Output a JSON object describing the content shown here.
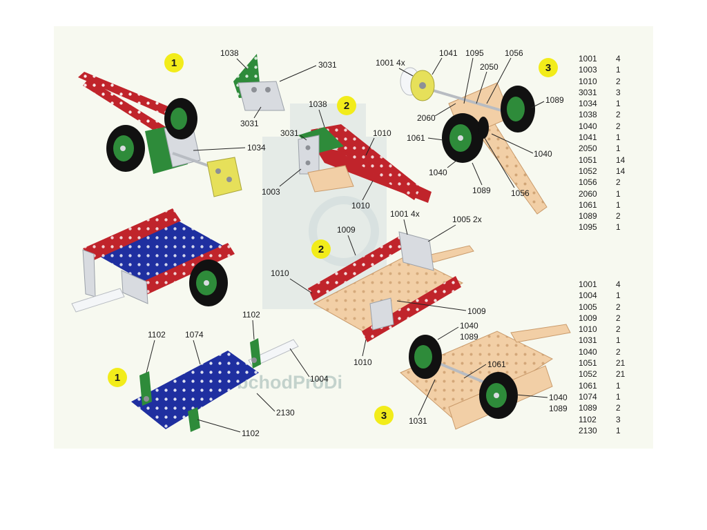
{
  "steps": {
    "a1": "1",
    "a2": "2",
    "a3": "3",
    "b1": "1",
    "b2": "2",
    "b3": "3"
  },
  "labels": {
    "a1_1038": "1038",
    "a1_3031_top": "3031",
    "a1_3031_bottom": "3031",
    "a1_1034": "1034",
    "a2_1038": "1038",
    "a2_3031": "3031",
    "a2_1010_top": "1010",
    "a2_1003": "1003",
    "a2_1010_bottom": "1010",
    "a3_1001": "1001 4x",
    "a3_1041": "1041",
    "a3_1095": "1095",
    "a3_1056_top": "1056",
    "a3_2050": "2050",
    "a3_1089_right": "1089",
    "a3_2060": "2060",
    "a3_1061": "1061",
    "a3_1040_right": "1040",
    "a3_1040_left": "1040",
    "a3_1089_bottom": "1089",
    "a3_1056_bottom": "1056",
    "b1_1102_left": "1102",
    "b1_1074": "1074",
    "b1_1102_top": "1102",
    "b1_1004": "1004",
    "b1_2130": "2130",
    "b1_1102_bottom": "1102",
    "b2_1009_top": "1009",
    "b2_1001": "1001 4x",
    "b2_1005": "1005 2x",
    "b2_1010_left": "1010",
    "b2_1009_right": "1009",
    "b2_1010_bottom": "1010",
    "b3_1040": "1040",
    "b3_1089_top": "1089",
    "b3_1061": "1061",
    "b3_1040_right": "1040",
    "b3_1089_right": "1089",
    "b3_1031": "1031"
  },
  "watermark": "ObchodProDi",
  "parts_list_a": [
    {
      "code": "1001",
      "qty": "4"
    },
    {
      "code": "1003",
      "qty": "1"
    },
    {
      "code": "1010",
      "qty": "2"
    },
    {
      "code": "3031",
      "qty": "3"
    },
    {
      "code": "1034",
      "qty": "1"
    },
    {
      "code": "1038",
      "qty": "2"
    },
    {
      "code": "1040",
      "qty": "2"
    },
    {
      "code": "1041",
      "qty": "1"
    },
    {
      "code": "2050",
      "qty": "1"
    },
    {
      "code": "1051",
      "qty": "14"
    },
    {
      "code": "1052",
      "qty": "14"
    },
    {
      "code": "1056",
      "qty": "2"
    },
    {
      "code": "2060",
      "qty": "1"
    },
    {
      "code": "1061",
      "qty": "1"
    },
    {
      "code": "1089",
      "qty": "2"
    },
    {
      "code": "1095",
      "qty": "1"
    }
  ],
  "parts_list_b": [
    {
      "code": "1001",
      "qty": "4"
    },
    {
      "code": "1004",
      "qty": "1"
    },
    {
      "code": "1005",
      "qty": "2"
    },
    {
      "code": "1009",
      "qty": "2"
    },
    {
      "code": "1010",
      "qty": "2"
    },
    {
      "code": "1031",
      "qty": "1"
    },
    {
      "code": "1040",
      "qty": "2"
    },
    {
      "code": "1051",
      "qty": "21"
    },
    {
      "code": "1052",
      "qty": "21"
    },
    {
      "code": "1061",
      "qty": "1"
    },
    {
      "code": "1074",
      "qty": "1"
    },
    {
      "code": "1089",
      "qty": "2"
    },
    {
      "code": "1102",
      "qty": "3"
    },
    {
      "code": "2130",
      "qty": "1"
    }
  ],
  "colors": {
    "red_strip": "#c0242b",
    "green_plate": "#2e8b3a",
    "blue_plate": "#1f2fa0",
    "wood_plate": "#f2cfa6",
    "silver": "#d8dbe0",
    "yellow_disc": "#e6e05a",
    "step_badge": "#f2ec1a",
    "tyre": "#111111"
  }
}
